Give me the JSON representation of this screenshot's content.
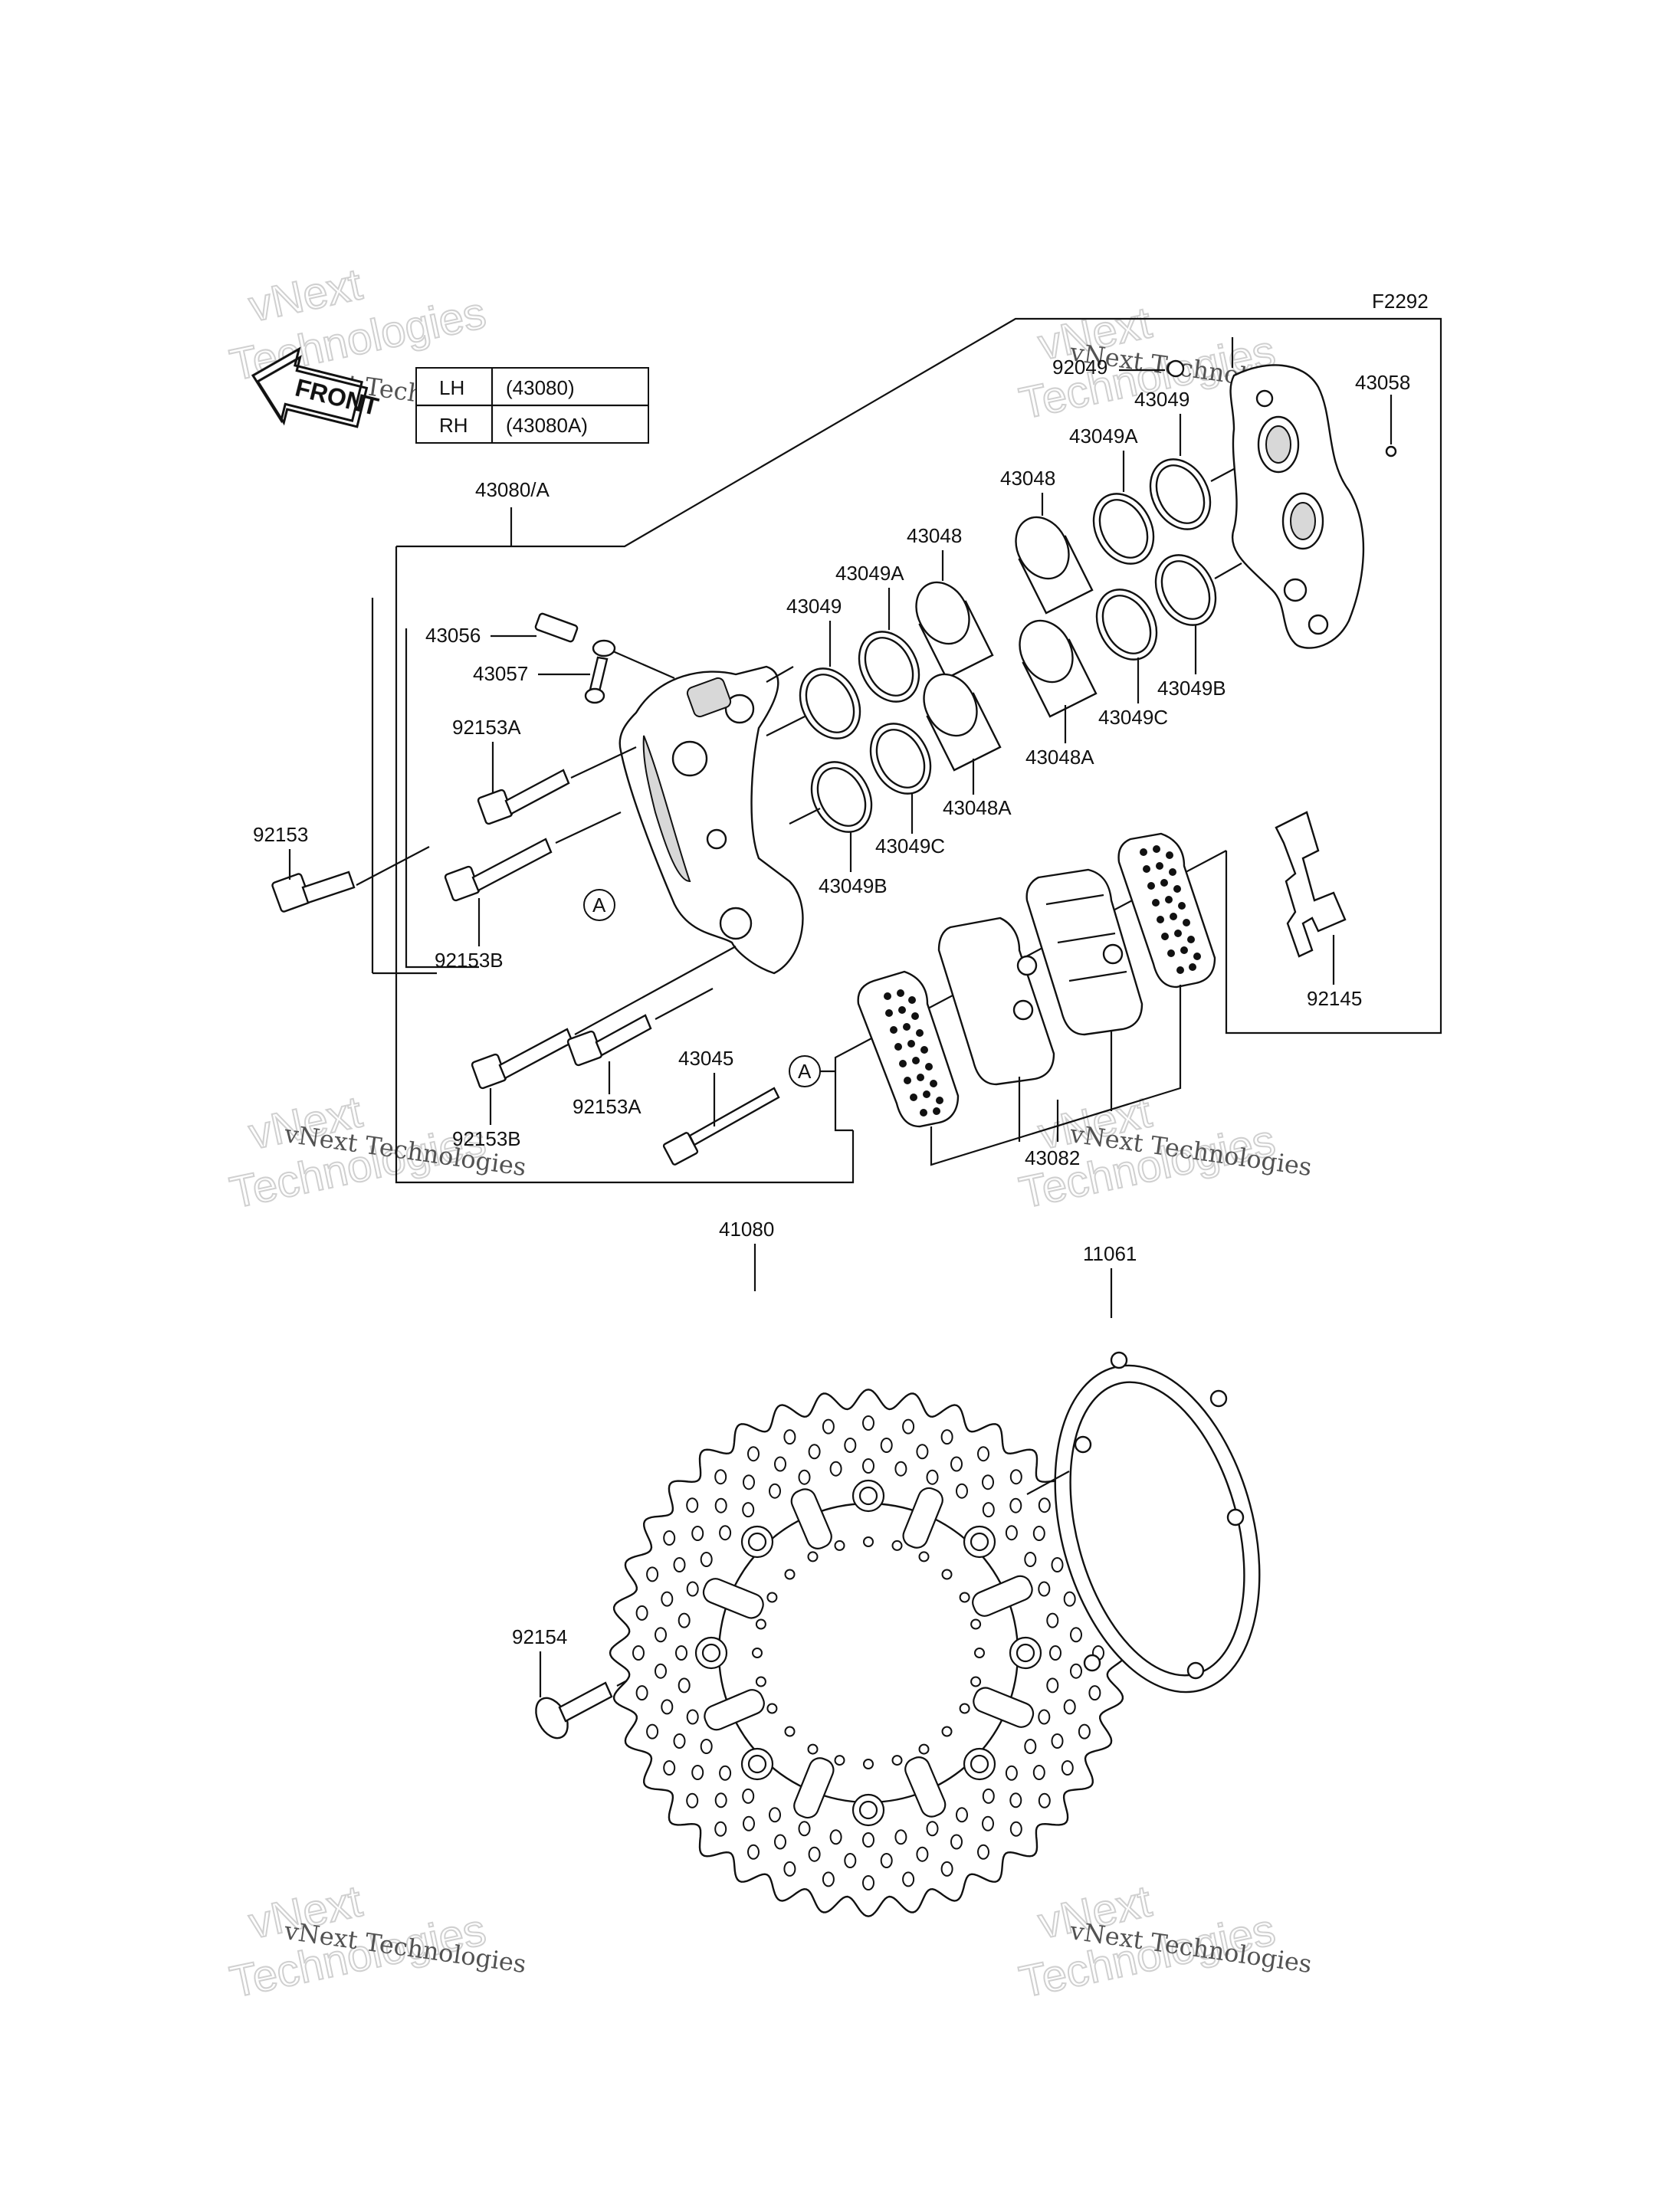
{
  "code": "F2292",
  "table": {
    "rows": [
      {
        "side": "LH",
        "part": "(43080)"
      },
      {
        "side": "RH",
        "part": "(43080A)"
      }
    ]
  },
  "front_arrow": "FRONT",
  "callouts": {
    "a1": "A",
    "a2": "A"
  },
  "labels": {
    "p43080A": "43080/A",
    "p92049": "92049",
    "p43058": "43058",
    "p43049r": "43049",
    "p43049Ar": "43049A",
    "p43048r": "43048",
    "p43048l": "43048",
    "p43049Al": "43049A",
    "p43049l": "43049",
    "p43056": "43056",
    "p43057": "43057",
    "p92153A1": "92153A",
    "p92153": "92153",
    "p92153B1": "92153B",
    "p43049Bl": "43049B",
    "p43049Cl": "43049C",
    "p43048Al": "43048A",
    "p43048Ar": "43048A",
    "p43049Cr": "43049C",
    "p43049Br": "43049B",
    "p92145": "92145",
    "p43045": "43045",
    "p92153B2": "92153B",
    "p92153A2": "92153A",
    "p43082": "43082",
    "p41080": "41080",
    "p11061": "11061",
    "p92154": "92154"
  },
  "watermarks": {
    "line1": "vNext",
    "line2": "Technologies",
    "small": "vNext Technologies"
  }
}
